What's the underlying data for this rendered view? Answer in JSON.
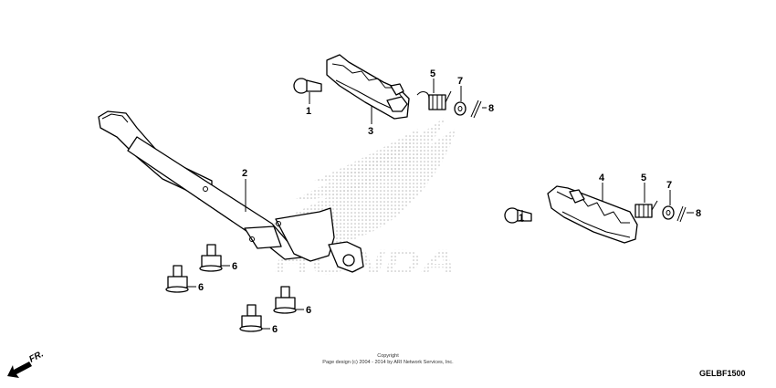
{
  "callouts": {
    "left_bolt": "1",
    "right_bolt": "1",
    "bracket": "2",
    "left_footpeg": "3",
    "right_footpeg": "4",
    "left_spring": "5",
    "right_spring": "5",
    "bolt_a": "6",
    "bolt_b": "6",
    "bolt_c": "6",
    "bolt_d": "6",
    "left_washer": "7",
    "right_washer": "7",
    "left_pin": "8",
    "right_pin": "8"
  },
  "watermark": {
    "brand": "HONDA"
  },
  "direction_arrow": {
    "label": "FR."
  },
  "copyright": {
    "line1": "Copyright",
    "line2": "Page design (c) 2004 - 2014 by ARI Network Services, Inc."
  },
  "diagram_code": "GELBF1500"
}
